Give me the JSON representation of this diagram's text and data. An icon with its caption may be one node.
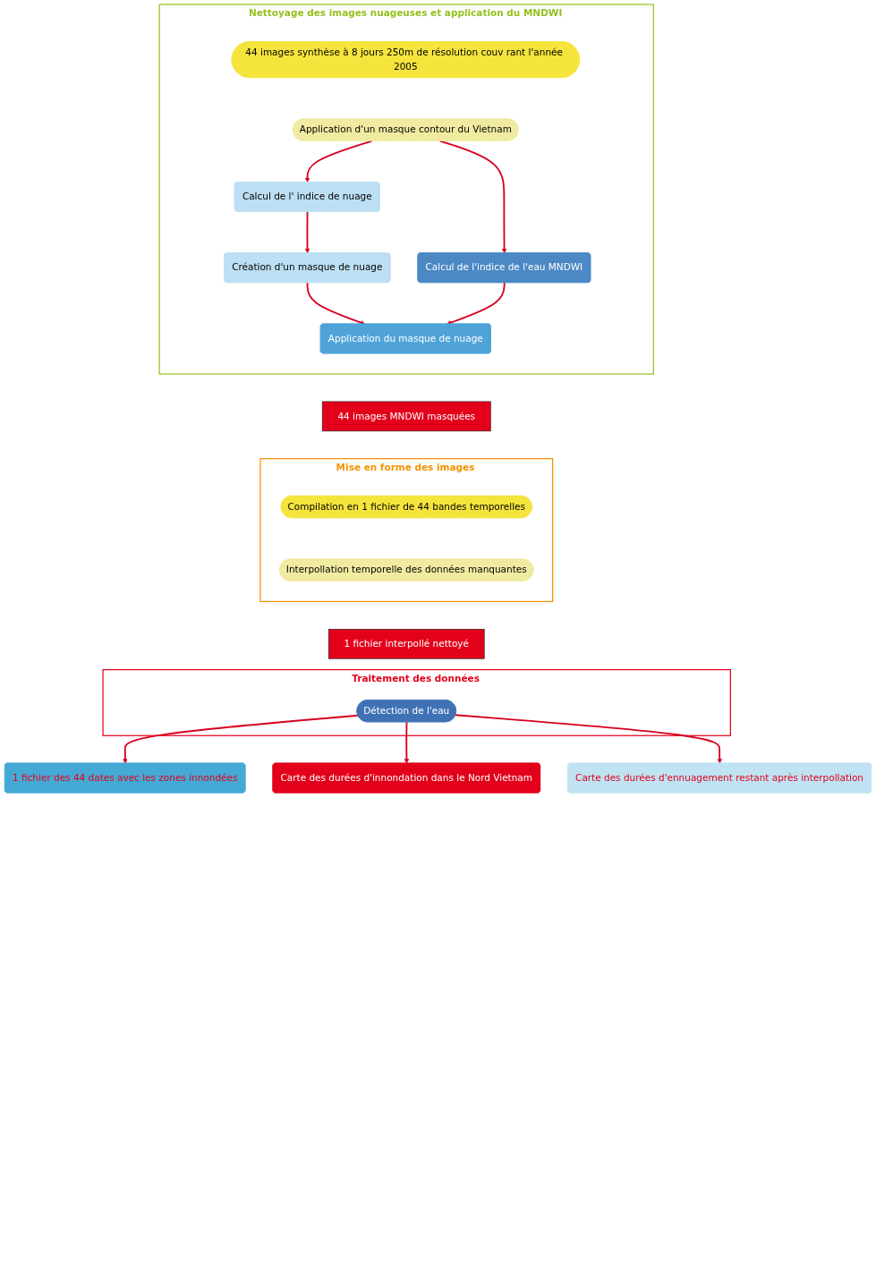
{
  "diagram": {
    "nodes": [
      {
        "text": [
          "Nettoyage des images nuageuses et application du MNDWI"
        ]
      },
      {
        "text": [
          "44 images synthèse à 8 jours 250m de résolution couv rant l'année 2005"
        ],
        "in": 0
      },
      {
        "text": [
          "Application d'un masque contour du Vietnam"
        ],
        "in": 0
      },
      {
        "text": [
          "Calcul de l' indice de nuage"
        ],
        "in": 0
      },
      {
        "text": [
          "Création d'un masque de nuage"
        ],
        "in": 0
      },
      {
        "text": [
          "Calcul de l'indice de l'eau MNDWI"
        ],
        "in": 0
      },
      {
        "text": [
          "Application du masque de nuage"
        ],
        "in": 0
      },
      {
        "text": [
          "44 images MNDWI masquées"
        ]
      },
      {
        "text": [
          "Mise en forme des images"
        ]
      },
      {
        "text": [
          "Compilation en 1 fichier de 44 bandes temporelles"
        ],
        "in": 8
      },
      {
        "text": [
          "Interpollation temporelle des données manquantes"
        ],
        "in": 8
      },
      {
        "text": [
          "1 fichier interpollé nettoyé"
        ]
      },
      {
        "text": [
          "Traitement des données"
        ]
      },
      {
        "text": [
          "Détection de l'eau"
        ],
        "in": 12
      },
      {
        "text": [
          "1 fichier des 44 dates avec les zones innondées"
        ]
      },
      {
        "text": [
          "Carte des durées d'innondation dans le Nord Vietnam"
        ]
      },
      {
        "text": [
          "Carte des durées d'ennuagement restant après interpollation"
        ]
      }
    ],
    "edges": [
      {
        "from": 2,
        "to": 3,
        "arrow": "to"
      },
      {
        "from": 2,
        "to": 5,
        "arrow": "to"
      },
      {
        "from": 3,
        "to": 4,
        "arrow": "to"
      },
      {
        "from": 4,
        "to": 6,
        "arrow": "to"
      },
      {
        "from": 5,
        "to": 6,
        "arrow": "to"
      },
      {
        "from": 13,
        "to": 14,
        "arrow": "to"
      },
      {
        "from": 13,
        "to": 15,
        "arrow": "to"
      },
      {
        "from": 13,
        "to": 16,
        "arrow": "to"
      }
    ]
  }
}
